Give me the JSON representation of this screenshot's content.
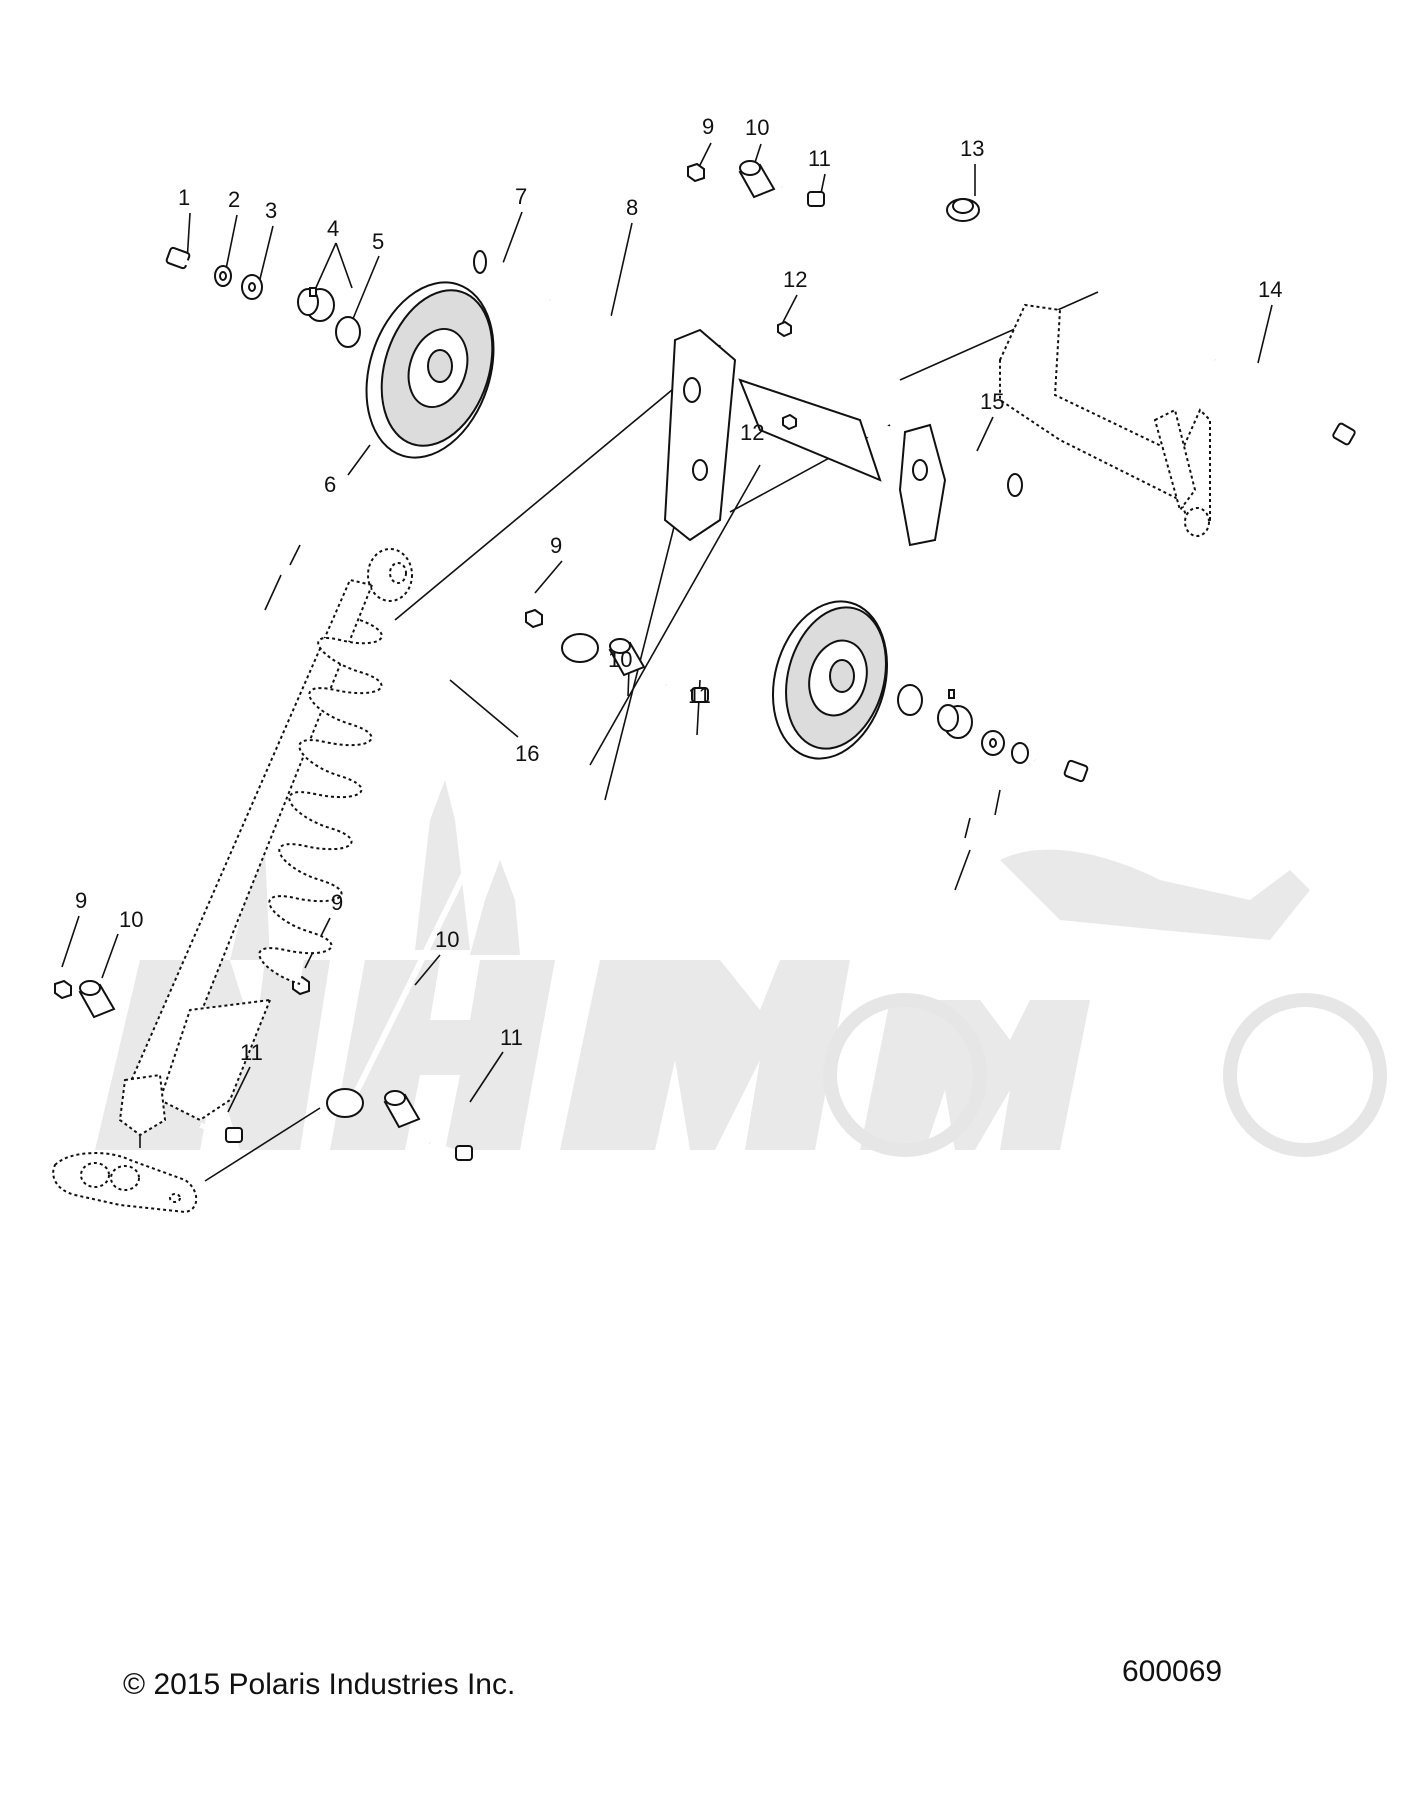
{
  "footer": {
    "copyright": "© 2015 Polaris Industries Inc.",
    "figure_number": "600069"
  },
  "callouts": {
    "c1": "1",
    "c2": "2",
    "c3": "3",
    "c4": "4",
    "c5": "5",
    "c6": "6",
    "c7": "7",
    "c8": "8",
    "c9a": "9",
    "c9b": "9",
    "c9c": "9",
    "c9d": "9",
    "c10a": "10",
    "c10b": "10",
    "c10c": "10",
    "c10d": "10",
    "c11a": "11",
    "c11b": "11",
    "c11c": "11",
    "c11d": "11",
    "c12a": "12",
    "c12b": "12",
    "c13": "13",
    "c14": "14",
    "c15": "15",
    "c16": "16"
  }
}
